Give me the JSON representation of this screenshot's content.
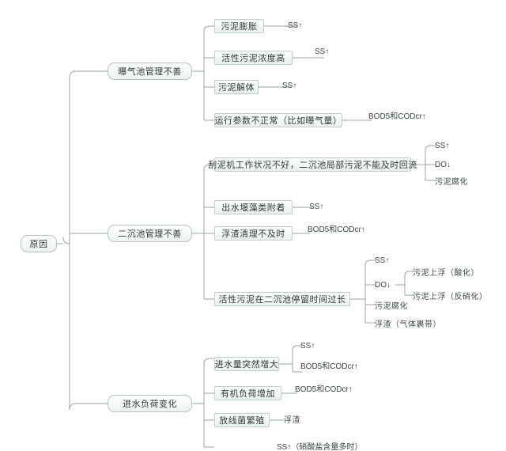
{
  "diagram": {
    "type": "mind-map",
    "title": "原因",
    "colors": {
      "node_border": "#b7c3c0",
      "node_fill": "#eef3f2",
      "link_stroke": "#9aa6a2",
      "text": "#2f3a38"
    }
  },
  "root": {
    "label": "原因"
  },
  "branches": [
    {
      "id": "branch-aeration-tank",
      "label": "曝气池管理不善",
      "children": [
        {
          "id": "sludge-bulking",
          "label": "污泥膨胀",
          "leaves": [
            {
              "label": "SS↑"
            }
          ]
        },
        {
          "id": "high-mlss",
          "label": "活性污泥浓度高",
          "leaves": [
            {
              "label": "SS↑"
            }
          ]
        },
        {
          "id": "sludge-disintegration",
          "label": "污泥解体",
          "leaves": [
            {
              "label": "SS↑"
            }
          ]
        },
        {
          "id": "abnormal-operating-params",
          "label": "运行参数不正常（比如曝气量）",
          "leaves": [
            {
              "label": "BOD5和CODcr↑"
            }
          ]
        }
      ]
    },
    {
      "id": "branch-secondary-clarifier",
      "label": "二沉池管理不善",
      "children": [
        {
          "id": "scraper-malfunction",
          "label": "刮泥机工作状况不好，二沉池局部污泥不能及时回流",
          "leaves": [
            {
              "label": "SS↑"
            },
            {
              "label": "DO↓"
            },
            {
              "label": "污泥腐化"
            }
          ]
        },
        {
          "id": "weir-algae",
          "label": "出水堰藻类附着",
          "leaves": [
            {
              "label": "SS↑"
            }
          ]
        },
        {
          "id": "scum-not-cleared",
          "label": "浮渣清理不及时",
          "leaves": [
            {
              "label": "BOD5和CODcr↑"
            }
          ]
        },
        {
          "id": "long-retention-time",
          "label": "活性污泥在二沉池停留时间过长",
          "leaves": [
            {
              "label": "SS↑"
            },
            {
              "label": "DO↓",
              "sub": [
                {
                  "label": "污泥上浮（酸化）"
                },
                {
                  "label": "污泥上浮（反硝化）"
                }
              ]
            },
            {
              "label": "污泥腐化"
            },
            {
              "label": "浮渣（气体裹带）"
            }
          ]
        }
      ]
    },
    {
      "id": "branch-influent-load",
      "label": "进水负荷变化",
      "children": [
        {
          "id": "sudden-flow-increase",
          "label": "进水量突然增大",
          "leaves": [
            {
              "label": "SS↑"
            },
            {
              "label": "BOD5和CODcr↑"
            }
          ]
        },
        {
          "id": "organic-load-increase",
          "label": "有机负荷增加",
          "leaves": [
            {
              "label": "BOD5和CODcr↑"
            }
          ]
        },
        {
          "id": "actinomycetes-growth",
          "label": "放线菌繁殖",
          "leaves": [
            {
              "label": "浮渣"
            }
          ]
        },
        {
          "id": "nitrate-condition",
          "label": "",
          "leaves": [
            {
              "label": "SS↑（硝酸盐含量多时）"
            }
          ]
        }
      ]
    }
  ]
}
